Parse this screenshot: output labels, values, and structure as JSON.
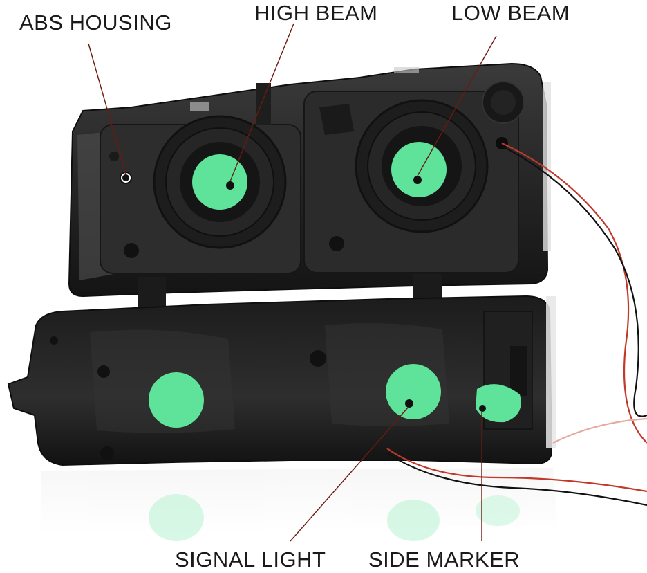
{
  "callouts": {
    "abs_housing": "ABS HOUSING",
    "high_beam": "HIGH BEAM",
    "low_beam": "LOW BEAM",
    "signal_light": "SIGNAL LIGHT",
    "side_marker": "SIDE MARKER"
  },
  "colors": {
    "background": "#ffffff",
    "housing": "#2a2a2a",
    "housing_dark": "#151515",
    "bulb_cap": "#5fe39a",
    "leader_line": "#6b1a10",
    "wire_red": "#c0392b",
    "wire_black": "#111111"
  },
  "icons": [
    "marker-dot-icon"
  ]
}
